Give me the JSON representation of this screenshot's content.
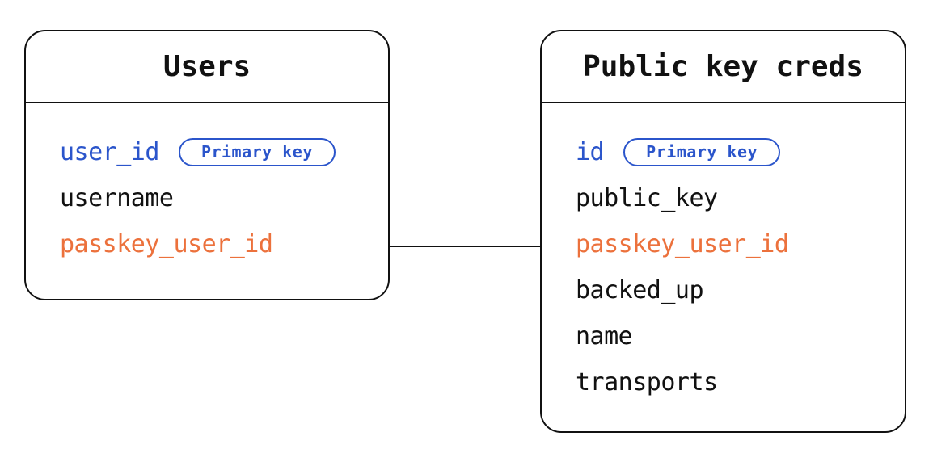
{
  "colors": {
    "background": "#ffffff",
    "line": "#111111",
    "text": "#111111",
    "primary": "#2b55cb",
    "foreign": "#ec713c"
  },
  "diagram": {
    "tables": [
      {
        "name": "Users",
        "fields": [
          {
            "name": "user_id",
            "role": "primary",
            "badge": "Primary key"
          },
          {
            "name": "username",
            "role": "normal"
          },
          {
            "name": "passkey_user_id",
            "role": "foreign"
          }
        ]
      },
      {
        "name": "Public key creds",
        "fields": [
          {
            "name": "id",
            "role": "primary",
            "badge": "Primary key"
          },
          {
            "name": "public_key",
            "role": "normal"
          },
          {
            "name": "passkey_user_id",
            "role": "foreign"
          },
          {
            "name": "backed_up",
            "role": "normal"
          },
          {
            "name": "name",
            "role": "normal"
          },
          {
            "name": "transports",
            "role": "normal"
          }
        ]
      }
    ],
    "relationship": {
      "from_table": "Users",
      "from_field": "passkey_user_id",
      "to_table": "Public key creds",
      "to_field": "passkey_user_id"
    }
  }
}
